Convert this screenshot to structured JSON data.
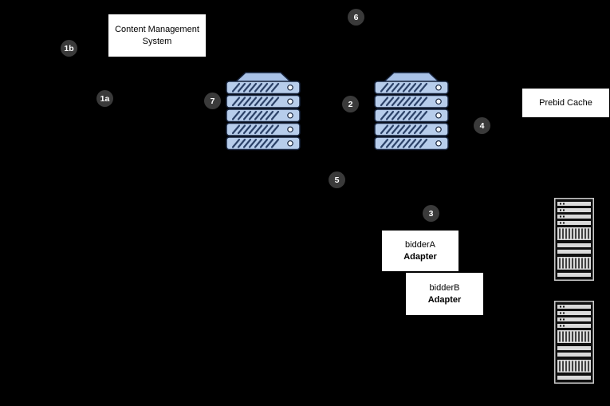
{
  "diagram": {
    "background": "#000000",
    "nodes": {
      "cms": {
        "line1": "Content Management",
        "line2": "System"
      },
      "prebid_cache": {
        "label": "Prebid Cache"
      },
      "bidder_a": {
        "name": "bidderA",
        "type": "Adapter"
      },
      "bidder_b": {
        "name": "bidderB",
        "type": "Adapter"
      }
    },
    "step_badges": [
      {
        "label": "1a"
      },
      {
        "label": "1b"
      },
      {
        "label": "2"
      },
      {
        "label": "3"
      },
      {
        "label": "4"
      },
      {
        "label": "5"
      },
      {
        "label": "6"
      },
      {
        "label": "7"
      }
    ],
    "icons": [
      {
        "name": "server-stack-icon",
        "count": 2
      },
      {
        "name": "server-rack-icon",
        "count": 2
      }
    ],
    "colors": {
      "badge_background": "#3a3a3a",
      "badge_text": "#ffffff",
      "node_background": "#ffffff",
      "node_text": "#000000",
      "server_fill": "#b7cdeb",
      "server_top_fill": "#a8c1e6",
      "server_outline": "#16233c",
      "server_hatch": "#2c4268",
      "rack_outline": "#c9c9c9",
      "rack_slot": "#d9d9d9"
    }
  }
}
